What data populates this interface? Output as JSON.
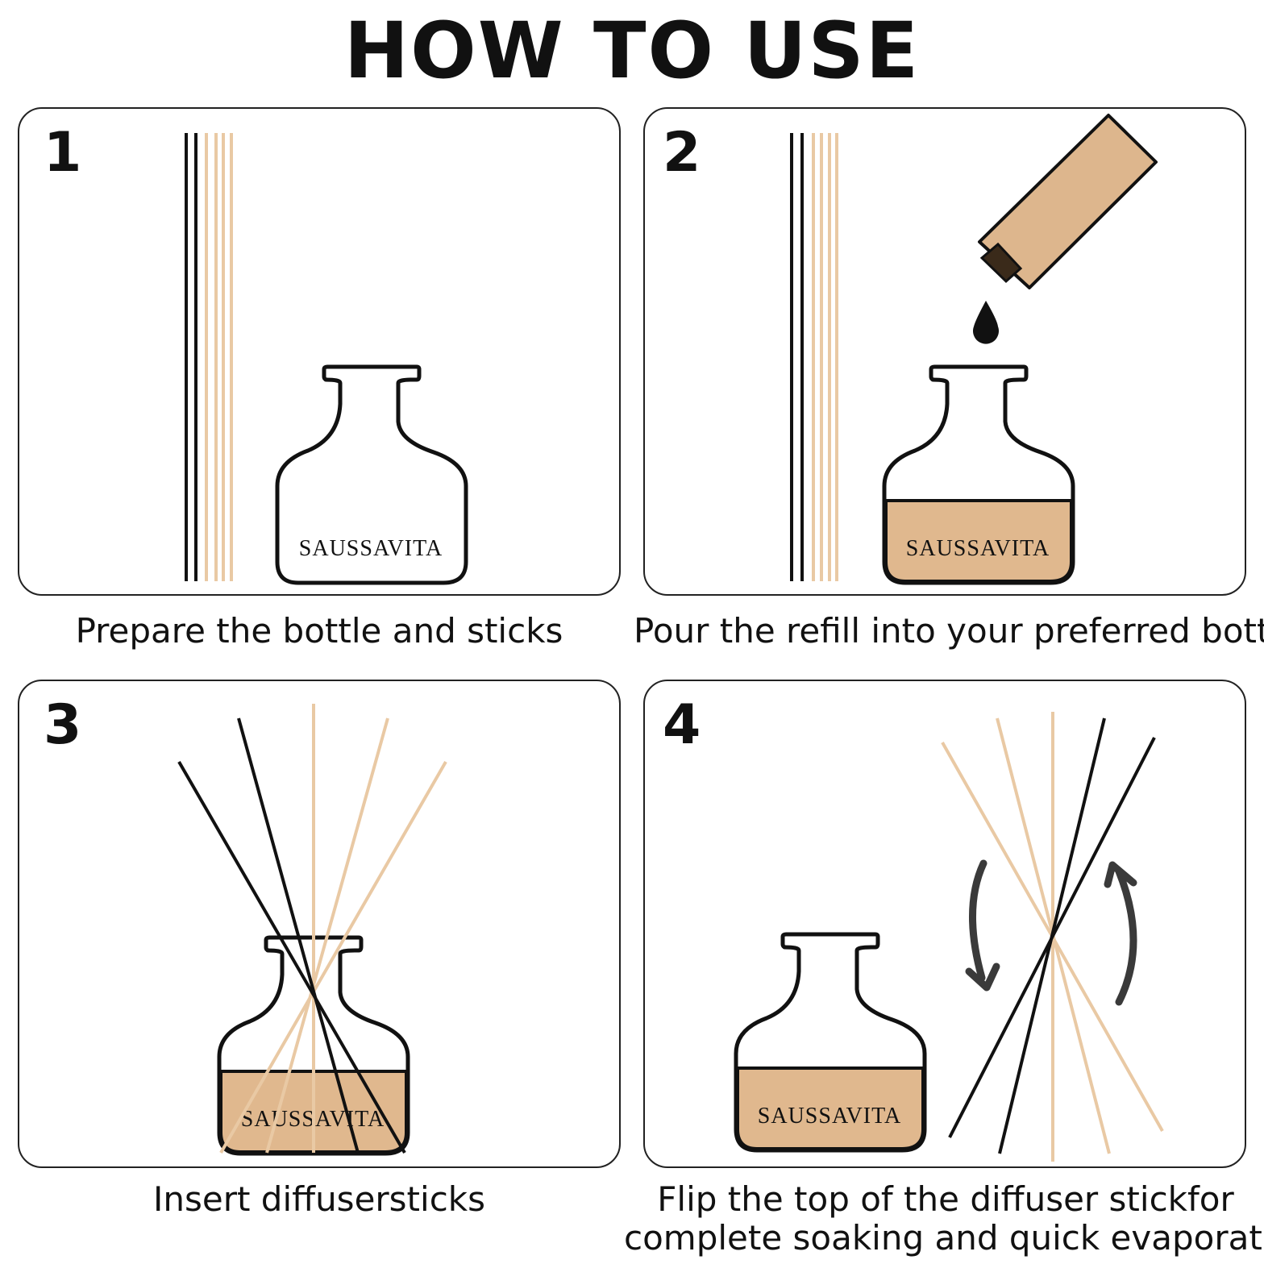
{
  "title": "HOW TO USE",
  "brand": "SAUSSAVITA",
  "colors": {
    "liquid": "#e0b88e",
    "stick_light": "#e9c9a4",
    "stick_dark": "#111111",
    "outline": "#111111",
    "arrow": "#3a3a3a"
  },
  "steps": [
    {
      "number": "1",
      "caption": "Prepare the bottle and sticks"
    },
    {
      "number": "2",
      "caption": "Pour the refill into your preferred bottle"
    },
    {
      "number": "3",
      "caption": "Insert diffusersticks"
    },
    {
      "number": "4",
      "caption_line1": "Flip the top of the diffuser stickfor",
      "caption_line2": "complete soaking and quick evaporation"
    }
  ],
  "icons": [
    "reed-sticks-icon",
    "diffuser-bottle-icon",
    "refill-bottle-icon",
    "drop-icon",
    "rotate-arrows-icon"
  ]
}
